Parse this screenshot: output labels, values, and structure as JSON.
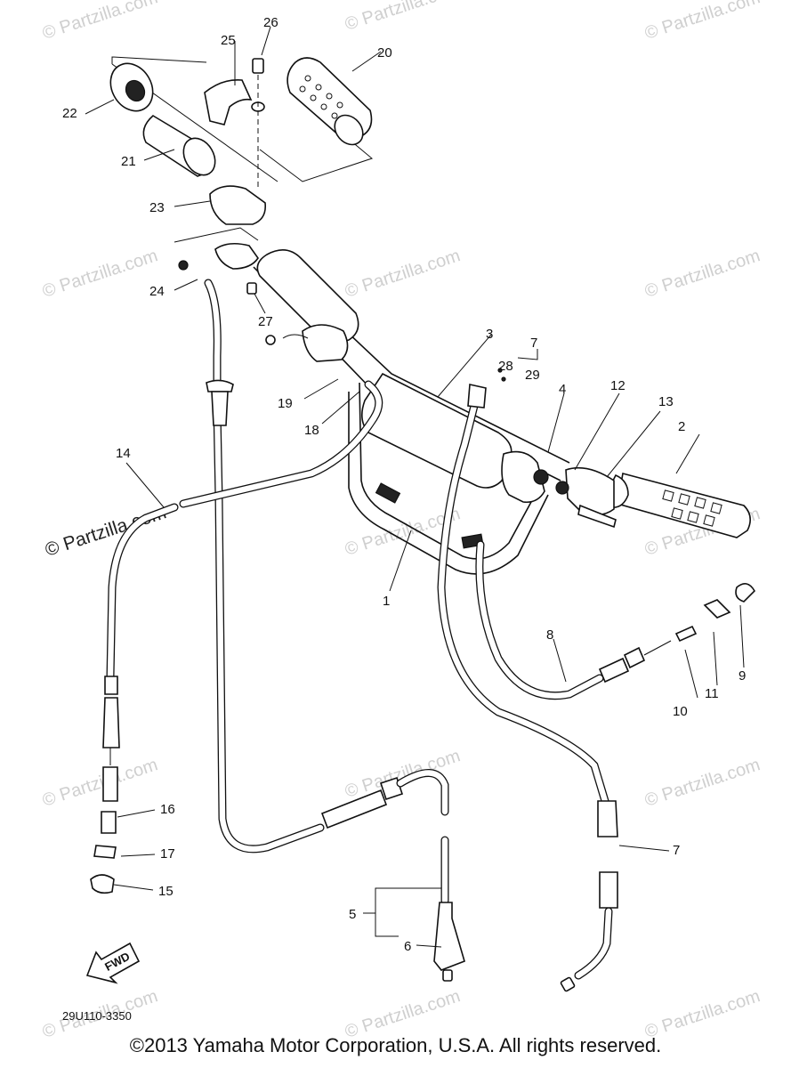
{
  "watermark": "© Partzilla.com",
  "diagram_code": "29U110-3350",
  "fwd_label": "FWD",
  "copyright": "©2013 Yamaha Motor Corporation, U.S.A. All rights reserved.",
  "callouts": {
    "c1": "1",
    "c2": "2",
    "c3": "3",
    "c4": "4",
    "c5": "5",
    "c6": "6",
    "c7a": "7",
    "c7b": "7",
    "c8": "8",
    "c9": "9",
    "c10": "10",
    "c11": "11",
    "c12": "12",
    "c13": "13",
    "c14": "14",
    "c15": "15",
    "c16": "16",
    "c17": "17",
    "c18": "18",
    "c19": "19",
    "c20": "20",
    "c21": "21",
    "c22": "22",
    "c23": "23",
    "c24": "24",
    "c25": "25",
    "c26": "26",
    "c27": "27",
    "c28": "28",
    "c29": "29"
  }
}
